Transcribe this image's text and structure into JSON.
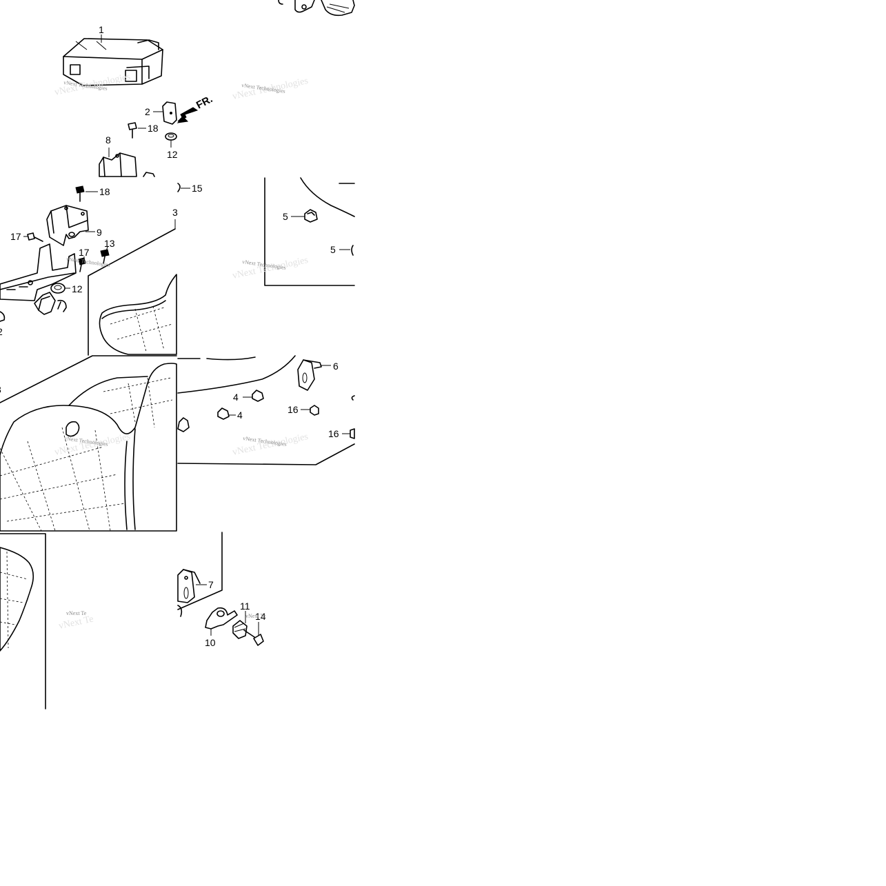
{
  "diagram": {
    "callouts": {
      "c1": "1",
      "c2": "2",
      "c3": "3",
      "c4a": "4",
      "c4b": "4",
      "c5a": "5",
      "c5b": "5",
      "c6": "6",
      "c7": "7",
      "c8": "8",
      "c9": "9",
      "c10": "10",
      "c11": "11",
      "c12a": "12",
      "c12b": "12",
      "c13": "13",
      "c14": "14",
      "c15": "15",
      "c16a": "16",
      "c16b": "16",
      "c17a": "17",
      "c17b": "17",
      "c18a": "18",
      "c18b": "18"
    },
    "direction_label": "FR.",
    "watermark": {
      "company": "vNext Technologies",
      "partial": "vNext Te"
    }
  }
}
